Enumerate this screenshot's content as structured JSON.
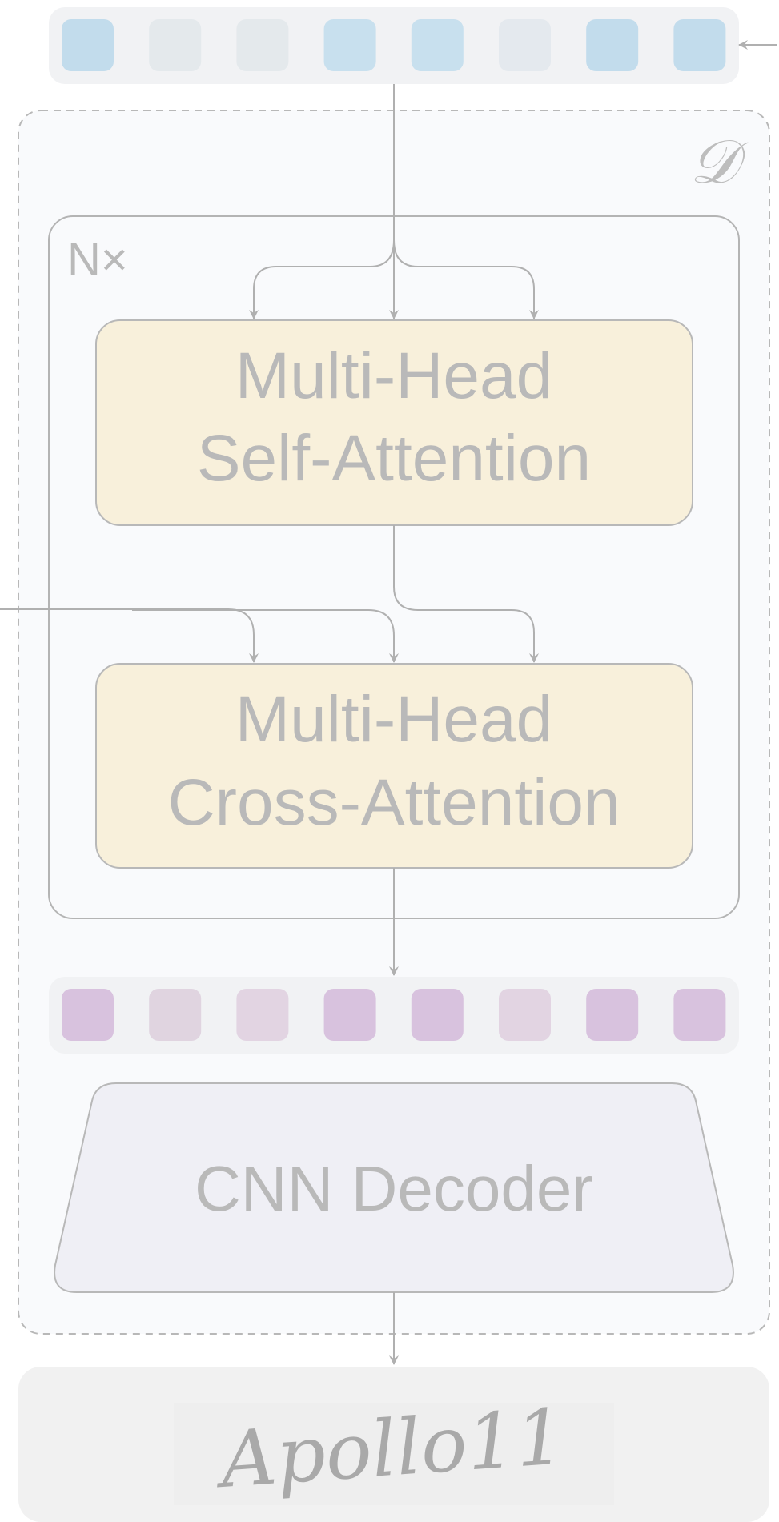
{
  "decoder": {
    "symbol": "𝒟",
    "repeat_label": "N×",
    "self_attention": {
      "line1": "Multi-Head",
      "line2": "Self-Attention"
    },
    "cross_attention": {
      "line1": "Multi-Head",
      "line2": "Cross-Attention"
    },
    "cnn_decoder_label": "CNN Decoder"
  },
  "output": {
    "handwriting_text": "Apollo11"
  },
  "input_tokens": [
    {
      "color": "#c2dcec"
    },
    {
      "color": "#e4e9ec"
    },
    {
      "color": "#e4e9ec"
    },
    {
      "color": "#c8e0ee"
    },
    {
      "color": "#c8e0ee"
    },
    {
      "color": "#e4e9ee"
    },
    {
      "color": "#c2dcec"
    },
    {
      "color": "#c2dcec"
    }
  ],
  "output_tokens": [
    {
      "color": "#d8c2de"
    },
    {
      "color": "#e0d4e0"
    },
    {
      "color": "#e2d4e2"
    },
    {
      "color": "#d8c2de"
    },
    {
      "color": "#d8c2de"
    },
    {
      "color": "#e2d4e2"
    },
    {
      "color": "#d8c2de"
    },
    {
      "color": "#d8c2de"
    }
  ],
  "colors": {
    "attention_fill": "#f8f0db",
    "cnn_fill": "#efeff5",
    "decoder_bg": "#f9fafc",
    "token_bar_bg": "#f1f2f4",
    "output_bg": "#f1f1f1",
    "line": "#b0b0b0",
    "text": "#b9b9b9"
  }
}
